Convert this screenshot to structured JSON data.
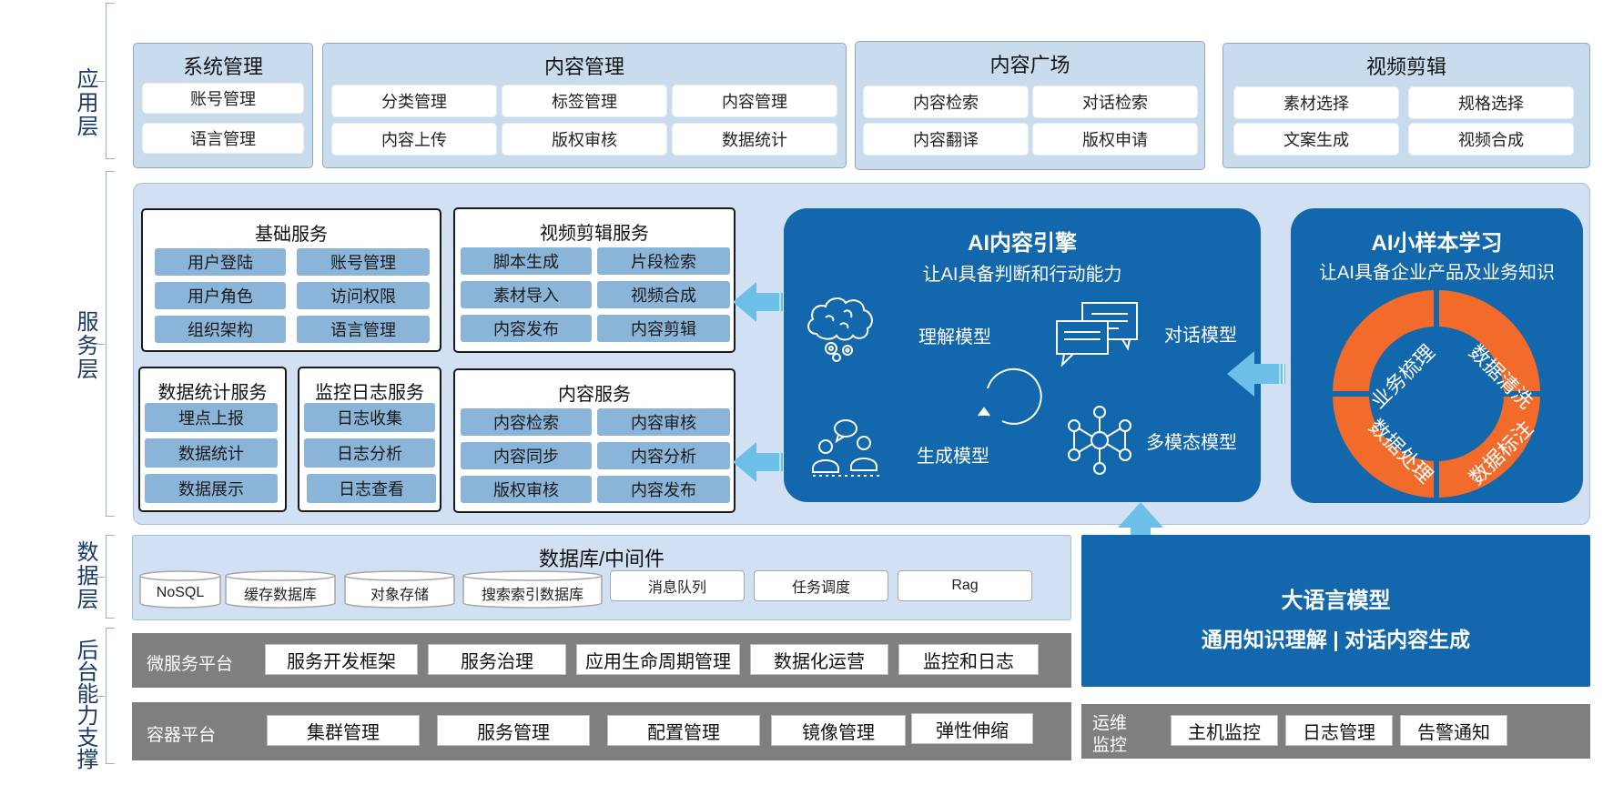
{
  "layers": {
    "app": "应用层",
    "service": "服务层",
    "data": "数据层",
    "backend": "后台能力支撑"
  },
  "app_groups": [
    {
      "title": "系统管理",
      "items": [
        "账号管理",
        "语言管理"
      ]
    },
    {
      "title": "内容管理",
      "items": [
        "分类管理",
        "标签管理",
        "内容管理",
        "内容上传",
        "版权审核",
        "数据统计"
      ]
    },
    {
      "title": "内容广场",
      "items": [
        "内容检索",
        "对话检索",
        "内容翻译",
        "版权申请"
      ]
    },
    {
      "title": "视频剪辑",
      "items": [
        "素材选择",
        "规格选择",
        "文案生成",
        "视频合成"
      ]
    }
  ],
  "services": {
    "basic": {
      "title": "基础服务",
      "items": [
        "用户登陆",
        "账号管理",
        "用户角色",
        "访问权限",
        "组织架构",
        "语言管理"
      ]
    },
    "video": {
      "title": "视频剪辑服务",
      "items": [
        "脚本生成",
        "片段检索",
        "素材导入",
        "视频合成",
        "内容发布",
        "内容剪辑"
      ]
    },
    "stats": {
      "title": "数据统计服务",
      "items": [
        "埋点上报",
        "数据统计",
        "数据展示"
      ]
    },
    "monitor": {
      "title": "监控日志服务",
      "items": [
        "日志收集",
        "日志分析",
        "日志查看"
      ]
    },
    "content": {
      "title": "内容服务",
      "items": [
        "内容检索",
        "内容审核",
        "内容同步",
        "内容分析",
        "版权审核",
        "内容发布"
      ]
    }
  },
  "ai_engine": {
    "title": "AI内容引擎",
    "subtitle": "让AI具备判断和行动能力",
    "models": [
      "理解模型",
      "对话模型",
      "生成模型",
      "多模态模型"
    ]
  },
  "few_shot": {
    "title": "AI小样本学习",
    "subtitle": "让AI具备企业产品及业务知识",
    "segments": [
      "业务梳理",
      "数据清洗",
      "数据处理",
      "数据标注"
    ],
    "ring_color": "#f26b2a"
  },
  "data_layer": {
    "title": "数据库/中间件",
    "databases": [
      "NoSQL",
      "缓存数据库",
      "对象存储",
      "搜索索引数据库"
    ],
    "middleware": [
      "消息队列",
      "任务调度",
      "Rag"
    ]
  },
  "llm": {
    "title": "大语言模型",
    "subtitle": "通用知识理解 | 对话内容生成"
  },
  "backend": {
    "microservice": {
      "label": "微服务平台",
      "items": [
        "服务开发框架",
        "服务治理",
        "应用生命周期管理",
        "数据化运营",
        "监控和日志"
      ]
    },
    "container": {
      "label": "容器平台",
      "items": [
        "集群管理",
        "服务管理",
        "配置管理",
        "镜像管理",
        "弹性伸缩"
      ]
    },
    "ops": {
      "label_line1": "运维",
      "label_line2": "监控",
      "items": [
        "主机监控",
        "日志管理",
        "告警通知"
      ]
    }
  },
  "colors": {
    "ai_blue": "#1367ac",
    "chip_blue": "#8ab4d8",
    "arrow_blue": "#6cc0e8",
    "gray": "#7f7f7f"
  },
  "icons": [
    "brain-gear-icon",
    "chat-bubbles-icon",
    "refresh-cycle-icon",
    "people-chat-icon",
    "network-hub-icon"
  ]
}
